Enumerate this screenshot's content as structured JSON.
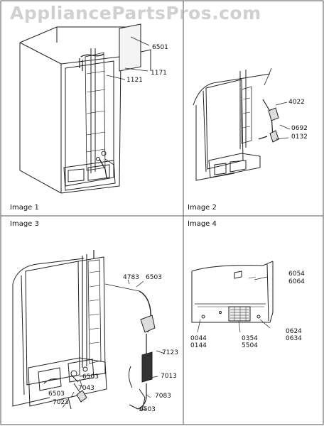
{
  "watermark": "AppliancePartsPros.com",
  "panels": {
    "p1": {
      "title": "Image 1"
    },
    "p2": {
      "title": "Image 2"
    },
    "p3": {
      "title": "Image 3"
    },
    "p4": {
      "title": "Image 4"
    }
  },
  "part_numbers": {
    "p1": [
      "6501",
      "1171",
      "1121"
    ],
    "p2": [
      "4022",
      "0692",
      "0132"
    ],
    "p3": [
      "4783",
      "6503",
      "7123",
      "7013",
      "6503",
      "6503",
      "7043",
      "7023",
      "7083",
      "6503"
    ],
    "p4": [
      "6054",
      "6064",
      "0044",
      "0144",
      "0354",
      "5504",
      "0624",
      "0634"
    ]
  },
  "colors": {
    "line": "#222222",
    "grid": "#666666",
    "watermark": "#aaaaaa"
  }
}
